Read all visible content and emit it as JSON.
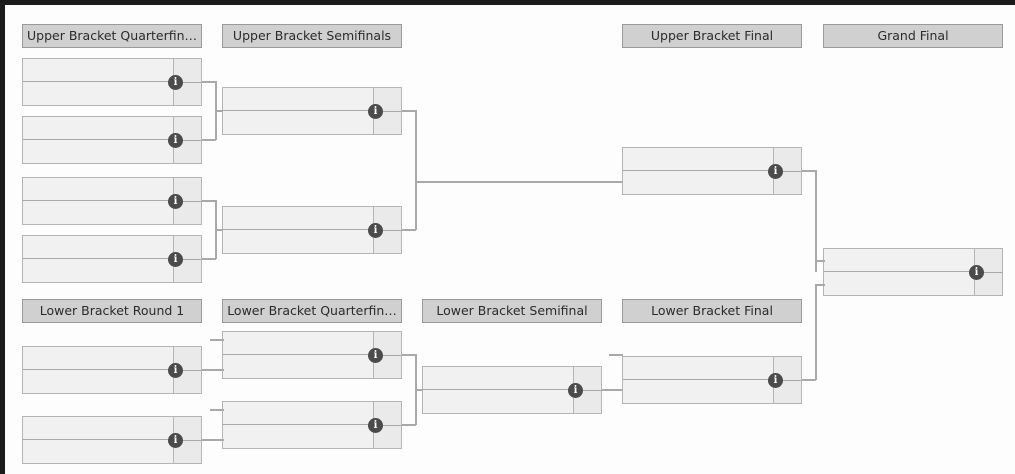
{
  "view": {
    "title": "Double Elimination Tournament Bracket",
    "background_color": "#fdfdfe",
    "frame_color": "#1b1b1b",
    "header_bg": "#d0d0d0",
    "header_border": "#9a9a9a",
    "match_bg": "#f1f1f1",
    "match_border": "#b4b4b4",
    "score_bg": "#eaeaea",
    "connector_color": "#a9a9a9",
    "info_icon_bg": "#4b4b4b",
    "info_icon_fg": "#ffffff"
  },
  "icons": {
    "info": "i",
    "info_name": "info-icon"
  },
  "rounds": [
    {
      "id": "ub-qf",
      "label": "Upper Bracket Quarterfin…",
      "full_label": "Upper Bracket Quarterfinals",
      "truncated": true,
      "bracket": "upper",
      "match_count": 4
    },
    {
      "id": "ub-sf",
      "label": "Upper Bracket Semifinals",
      "full_label": "Upper Bracket Semifinals",
      "truncated": false,
      "bracket": "upper",
      "match_count": 2
    },
    {
      "id": "ub-f",
      "label": "Upper Bracket Final",
      "full_label": "Upper Bracket Final",
      "truncated": false,
      "bracket": "upper",
      "match_count": 1
    },
    {
      "id": "gf",
      "label": "Grand Final",
      "full_label": "Grand Final",
      "truncated": false,
      "bracket": "final",
      "match_count": 1
    },
    {
      "id": "lb-r1",
      "label": "Lower Bracket Round 1",
      "full_label": "Lower Bracket Round 1",
      "truncated": false,
      "bracket": "lower",
      "match_count": 2
    },
    {
      "id": "lb-qf",
      "label": "Lower Bracket Quarterfin…",
      "full_label": "Lower Bracket Quarterfinals",
      "truncated": true,
      "bracket": "lower",
      "match_count": 2
    },
    {
      "id": "lb-sf",
      "label": "Lower Bracket Semifinal",
      "full_label": "Lower Bracket Semifinal",
      "truncated": false,
      "bracket": "lower",
      "match_count": 1
    },
    {
      "id": "lb-f",
      "label": "Lower Bracket Final",
      "full_label": "Lower Bracket Final",
      "truncated": false,
      "bracket": "lower",
      "match_count": 1
    }
  ],
  "matches": [
    {
      "id": "ub-qf-1",
      "round": "ub-qf",
      "top_team": "",
      "bottom_team": "",
      "top_score": "",
      "bottom_score": ""
    },
    {
      "id": "ub-qf-2",
      "round": "ub-qf",
      "top_team": "",
      "bottom_team": "",
      "top_score": "",
      "bottom_score": ""
    },
    {
      "id": "ub-qf-3",
      "round": "ub-qf",
      "top_team": "",
      "bottom_team": "",
      "top_score": "",
      "bottom_score": ""
    },
    {
      "id": "ub-qf-4",
      "round": "ub-qf",
      "top_team": "",
      "bottom_team": "",
      "top_score": "",
      "bottom_score": ""
    },
    {
      "id": "ub-sf-1",
      "round": "ub-sf",
      "top_team": "",
      "bottom_team": "",
      "top_score": "",
      "bottom_score": ""
    },
    {
      "id": "ub-sf-2",
      "round": "ub-sf",
      "top_team": "",
      "bottom_team": "",
      "top_score": "",
      "bottom_score": ""
    },
    {
      "id": "ub-f-1",
      "round": "ub-f",
      "top_team": "",
      "bottom_team": "",
      "top_score": "",
      "bottom_score": ""
    },
    {
      "id": "gf-1",
      "round": "gf",
      "top_team": "",
      "bottom_team": "",
      "top_score": "",
      "bottom_score": ""
    },
    {
      "id": "lb-r1-1",
      "round": "lb-r1",
      "top_team": "",
      "bottom_team": "",
      "top_score": "",
      "bottom_score": ""
    },
    {
      "id": "lb-r1-2",
      "round": "lb-r1",
      "top_team": "",
      "bottom_team": "",
      "top_score": "",
      "bottom_score": ""
    },
    {
      "id": "lb-qf-1",
      "round": "lb-qf",
      "top_team": "",
      "bottom_team": "",
      "top_score": "",
      "bottom_score": ""
    },
    {
      "id": "lb-qf-2",
      "round": "lb-qf",
      "top_team": "",
      "bottom_team": "",
      "top_score": "",
      "bottom_score": ""
    },
    {
      "id": "lb-sf-1",
      "round": "lb-sf",
      "top_team": "",
      "bottom_team": "",
      "top_score": "",
      "bottom_score": ""
    },
    {
      "id": "lb-f-1",
      "round": "lb-f",
      "top_team": "",
      "bottom_team": "",
      "top_score": "",
      "bottom_score": ""
    }
  ]
}
